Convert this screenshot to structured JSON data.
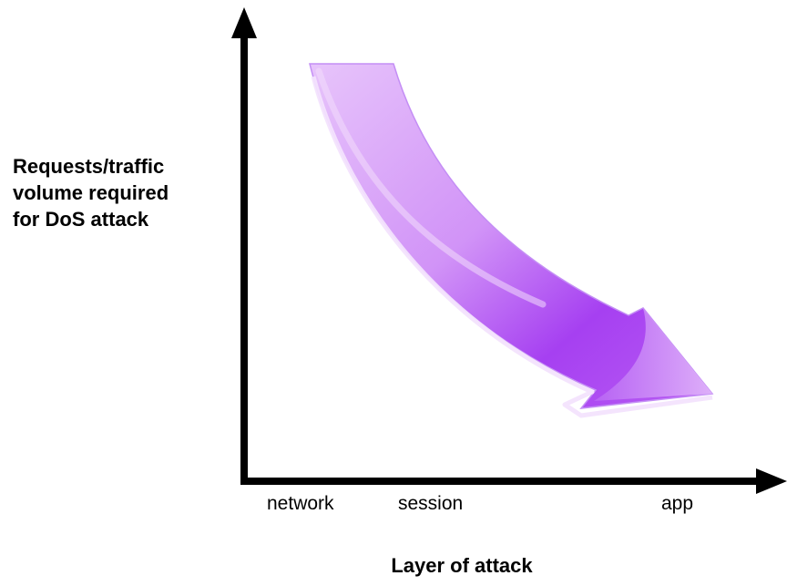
{
  "diagram": {
    "y_axis_label_lines": [
      "Requests/traffic",
      "volume required",
      "for DoS attack"
    ],
    "x_axis_label": "Layer of attack",
    "x_ticks": [
      "network",
      "session",
      "app"
    ],
    "colors": {
      "axis": "#000000",
      "arrow_light": "#e4bdfa",
      "arrow_mid": "#c678f5",
      "arrow_dark": "#9a2af0",
      "arrow_highlight": "#f4e6fd"
    }
  }
}
